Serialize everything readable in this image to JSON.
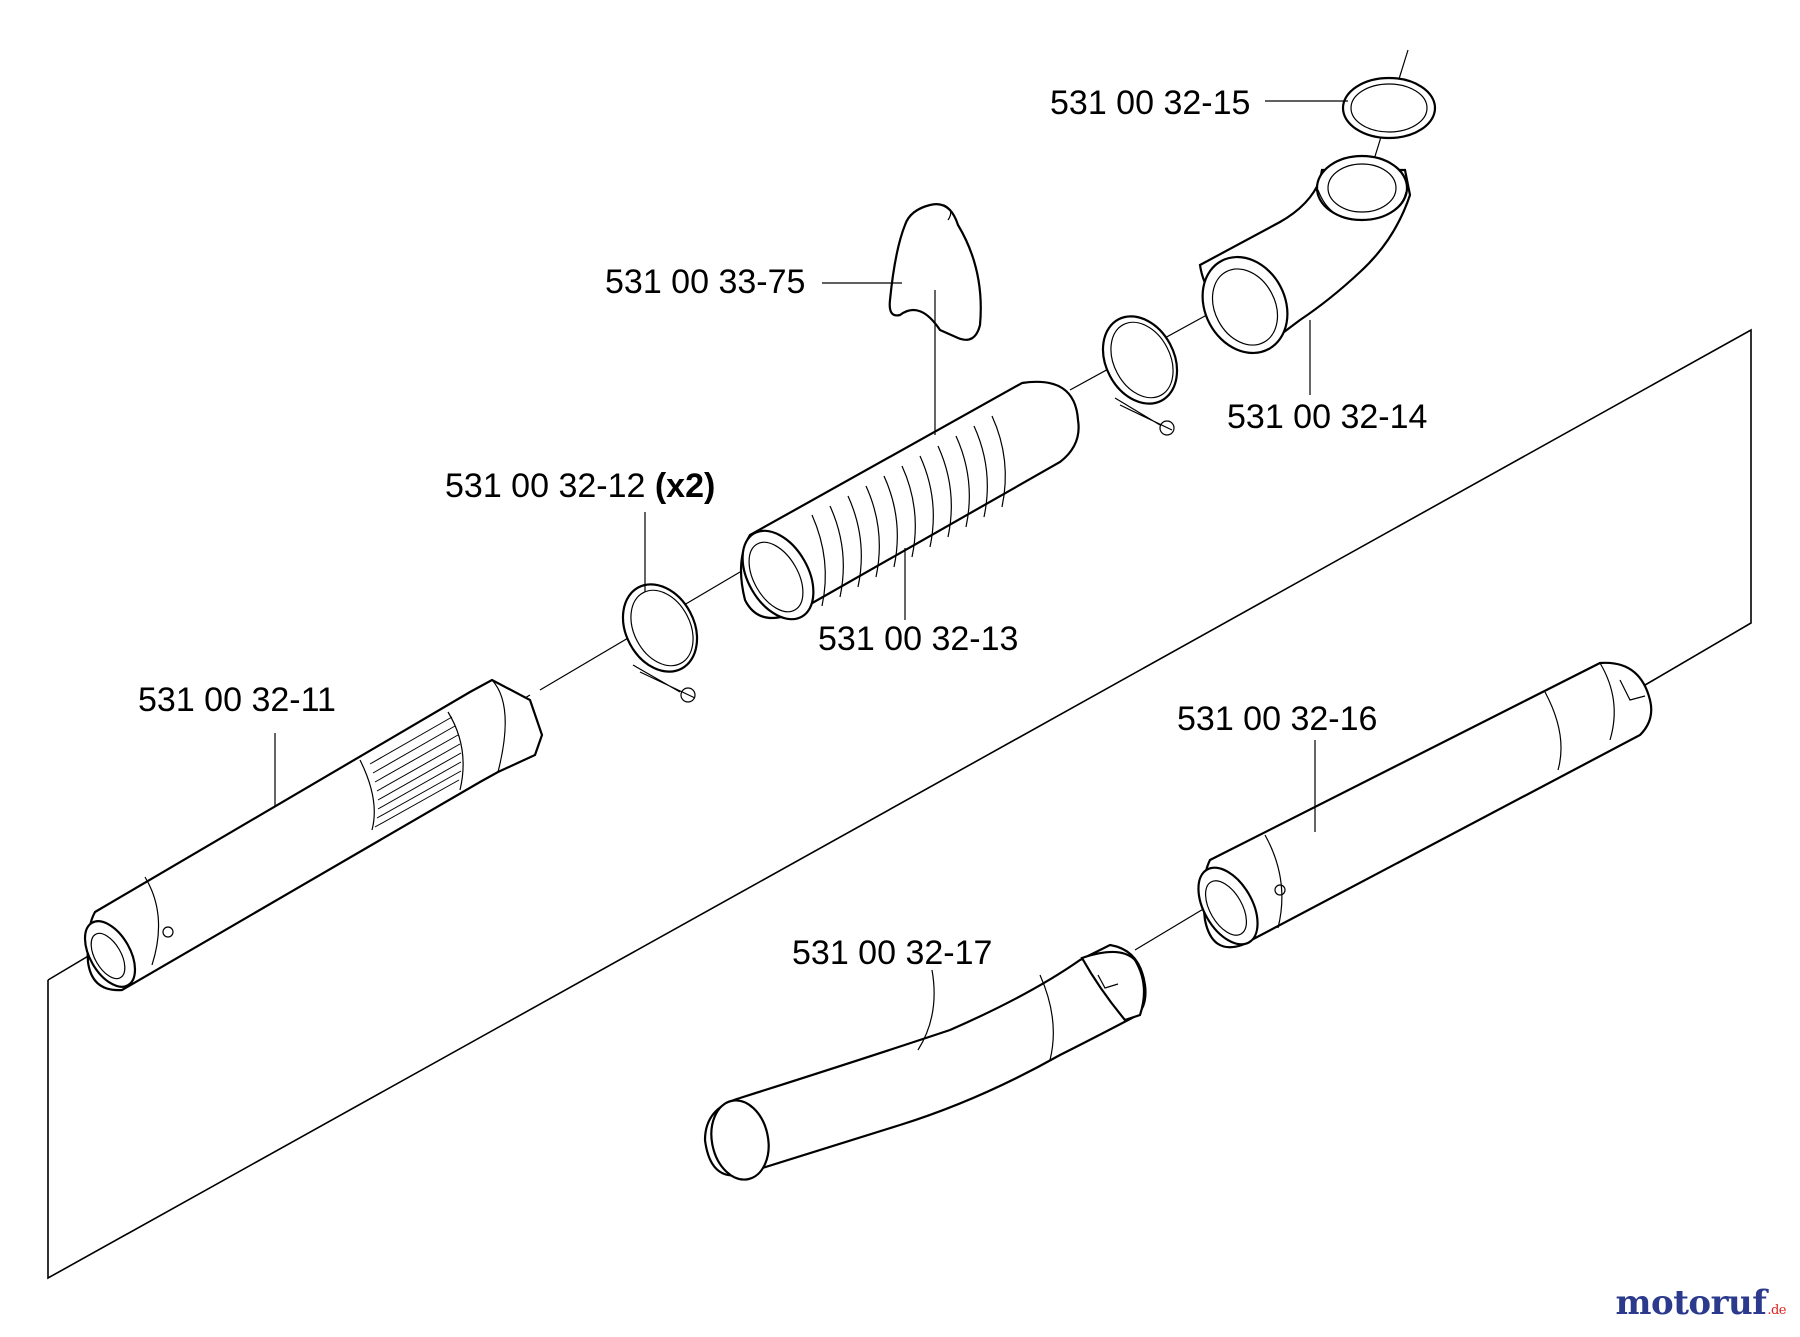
{
  "parts": [
    {
      "id": "p11",
      "number": "531 00 32-11",
      "note": ""
    },
    {
      "id": "p12",
      "number": "531 00 32-12",
      "note": "(x2)"
    },
    {
      "id": "p13",
      "number": "531 00 32-13",
      "note": ""
    },
    {
      "id": "p14",
      "number": "531 00 32-14",
      "note": ""
    },
    {
      "id": "p15",
      "number": "531 00 32-15",
      "note": ""
    },
    {
      "id": "p16",
      "number": "531 00 32-16",
      "note": ""
    },
    {
      "id": "p17",
      "number": "531 00 32-17",
      "note": ""
    },
    {
      "id": "p75",
      "number": "531 00 33-75",
      "note": ""
    }
  ],
  "watermark": {
    "main": "motoruf",
    "tld": ".de"
  },
  "colors": {
    "line": "#000000",
    "shade": "#d9d9d9",
    "watermark_main": "#2b3a8c",
    "watermark_accent": "#e0201b"
  }
}
